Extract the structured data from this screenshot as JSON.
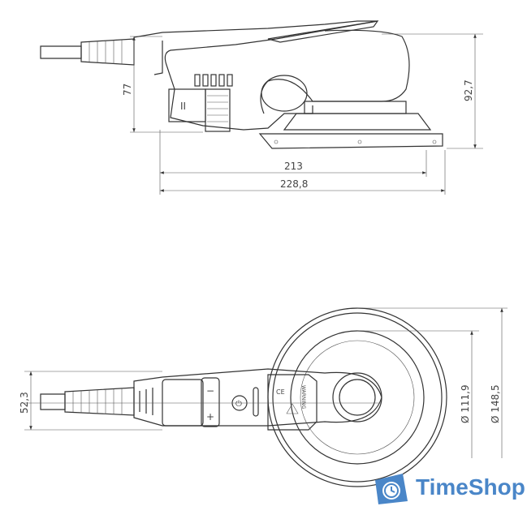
{
  "side_view": {
    "height_rear": "77",
    "height_total": "92,7",
    "length_body": "213",
    "length_total": "228,8"
  },
  "top_view": {
    "width_handle": "52,3",
    "diameter_inner": "Ø 111,9",
    "diameter_outer": "Ø 148,5",
    "warning_label": "WARNING",
    "ce_mark": "CE"
  },
  "logo": {
    "text": "TimeShop",
    "icon": "clock-bag-icon",
    "color": "#4a86c8"
  }
}
